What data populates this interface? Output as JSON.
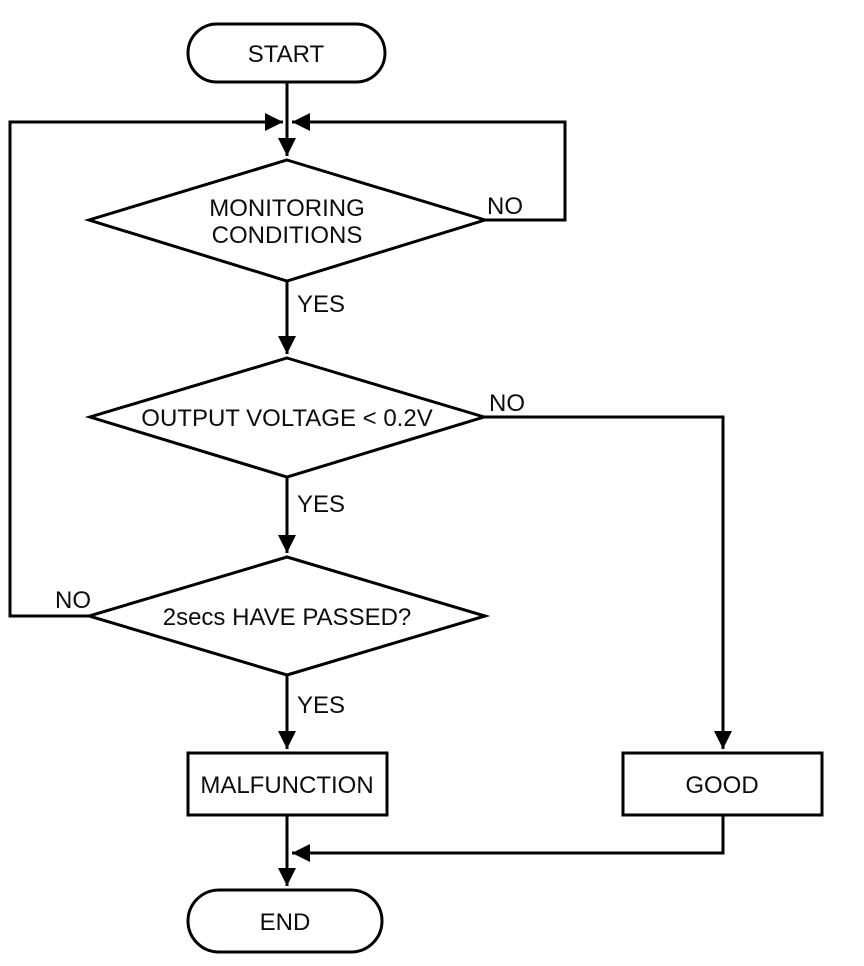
{
  "flowchart": {
    "nodes": {
      "start": {
        "label": "START",
        "type": "terminator"
      },
      "monitoring": {
        "line1": "MONITORING",
        "line2": "CONDITIONS",
        "type": "decision"
      },
      "voltage": {
        "label": "OUTPUT VOLTAGE < 0.2V",
        "type": "decision"
      },
      "passed": {
        "label": "2secs HAVE PASSED?",
        "type": "decision"
      },
      "malfunction": {
        "label": "MALFUNCTION",
        "type": "process"
      },
      "good": {
        "label": "GOOD",
        "type": "process"
      },
      "end": {
        "label": "END",
        "type": "terminator"
      }
    },
    "edge_labels": {
      "monitoring_no": "NO",
      "monitoring_yes": "YES",
      "voltage_no": "NO",
      "voltage_yes": "YES",
      "passed_no": "NO",
      "passed_yes": "YES"
    },
    "colors": {
      "stroke": "#000000",
      "node_fill": "#ffffff",
      "text": "#0d0d0d",
      "background": "#ffffff"
    }
  }
}
